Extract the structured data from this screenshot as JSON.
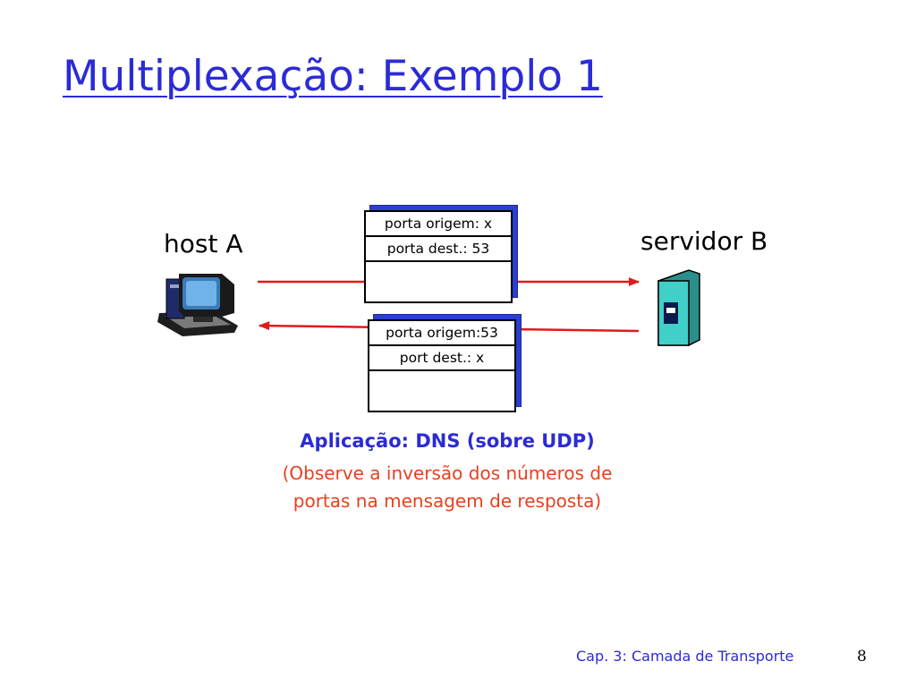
{
  "slide": {
    "title": "Multiplexação: Exemplo 1",
    "host_label": "host A",
    "server_label": "servidor B",
    "request_segment": {
      "fields": [
        "porta origem: x",
        "porta dest.: 53"
      ]
    },
    "response_segment": {
      "fields": [
        "porta origem:53",
        "port dest.: x"
      ]
    },
    "app_caption": "Aplicação: DNS (sobre UDP)",
    "note_line1": "(Observe a inversão dos números de",
    "note_line2": "portas na mensagem de resposta)"
  },
  "footer": {
    "chapter": "Cap. 3: Camada de Transporte",
    "page_number": "8"
  },
  "icons": {
    "host": "desktop-computer-icon",
    "server": "server-tower-icon"
  },
  "colors": {
    "title": "#2b2bd6",
    "arrow": "#e01a1a",
    "note": "#e8401e",
    "segment_shadow": "#2a3fd0",
    "server": "#40d0c8"
  }
}
